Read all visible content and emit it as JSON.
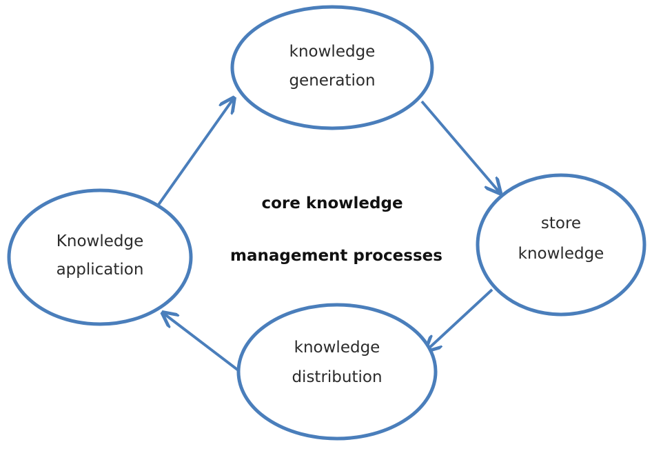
{
  "colors": {
    "stroke": "#4a7ebb",
    "text": "#2b2b2b",
    "center_text": "#111111",
    "background": "#ffffff"
  },
  "center": {
    "line1": "core knowledge",
    "line2": "management processes"
  },
  "nodes": {
    "generation": {
      "line1": "knowledge",
      "line2": "generation"
    },
    "store": {
      "line1": "store",
      "line2": "knowledge"
    },
    "distribution": {
      "line1": "knowledge",
      "line2": "distribution"
    },
    "application": {
      "line1": "Knowledge",
      "line2": "application"
    }
  },
  "edges": [
    {
      "from": "generation",
      "to": "store"
    },
    {
      "from": "store",
      "to": "distribution"
    },
    {
      "from": "distribution",
      "to": "application"
    },
    {
      "from": "application",
      "to": "generation"
    }
  ]
}
